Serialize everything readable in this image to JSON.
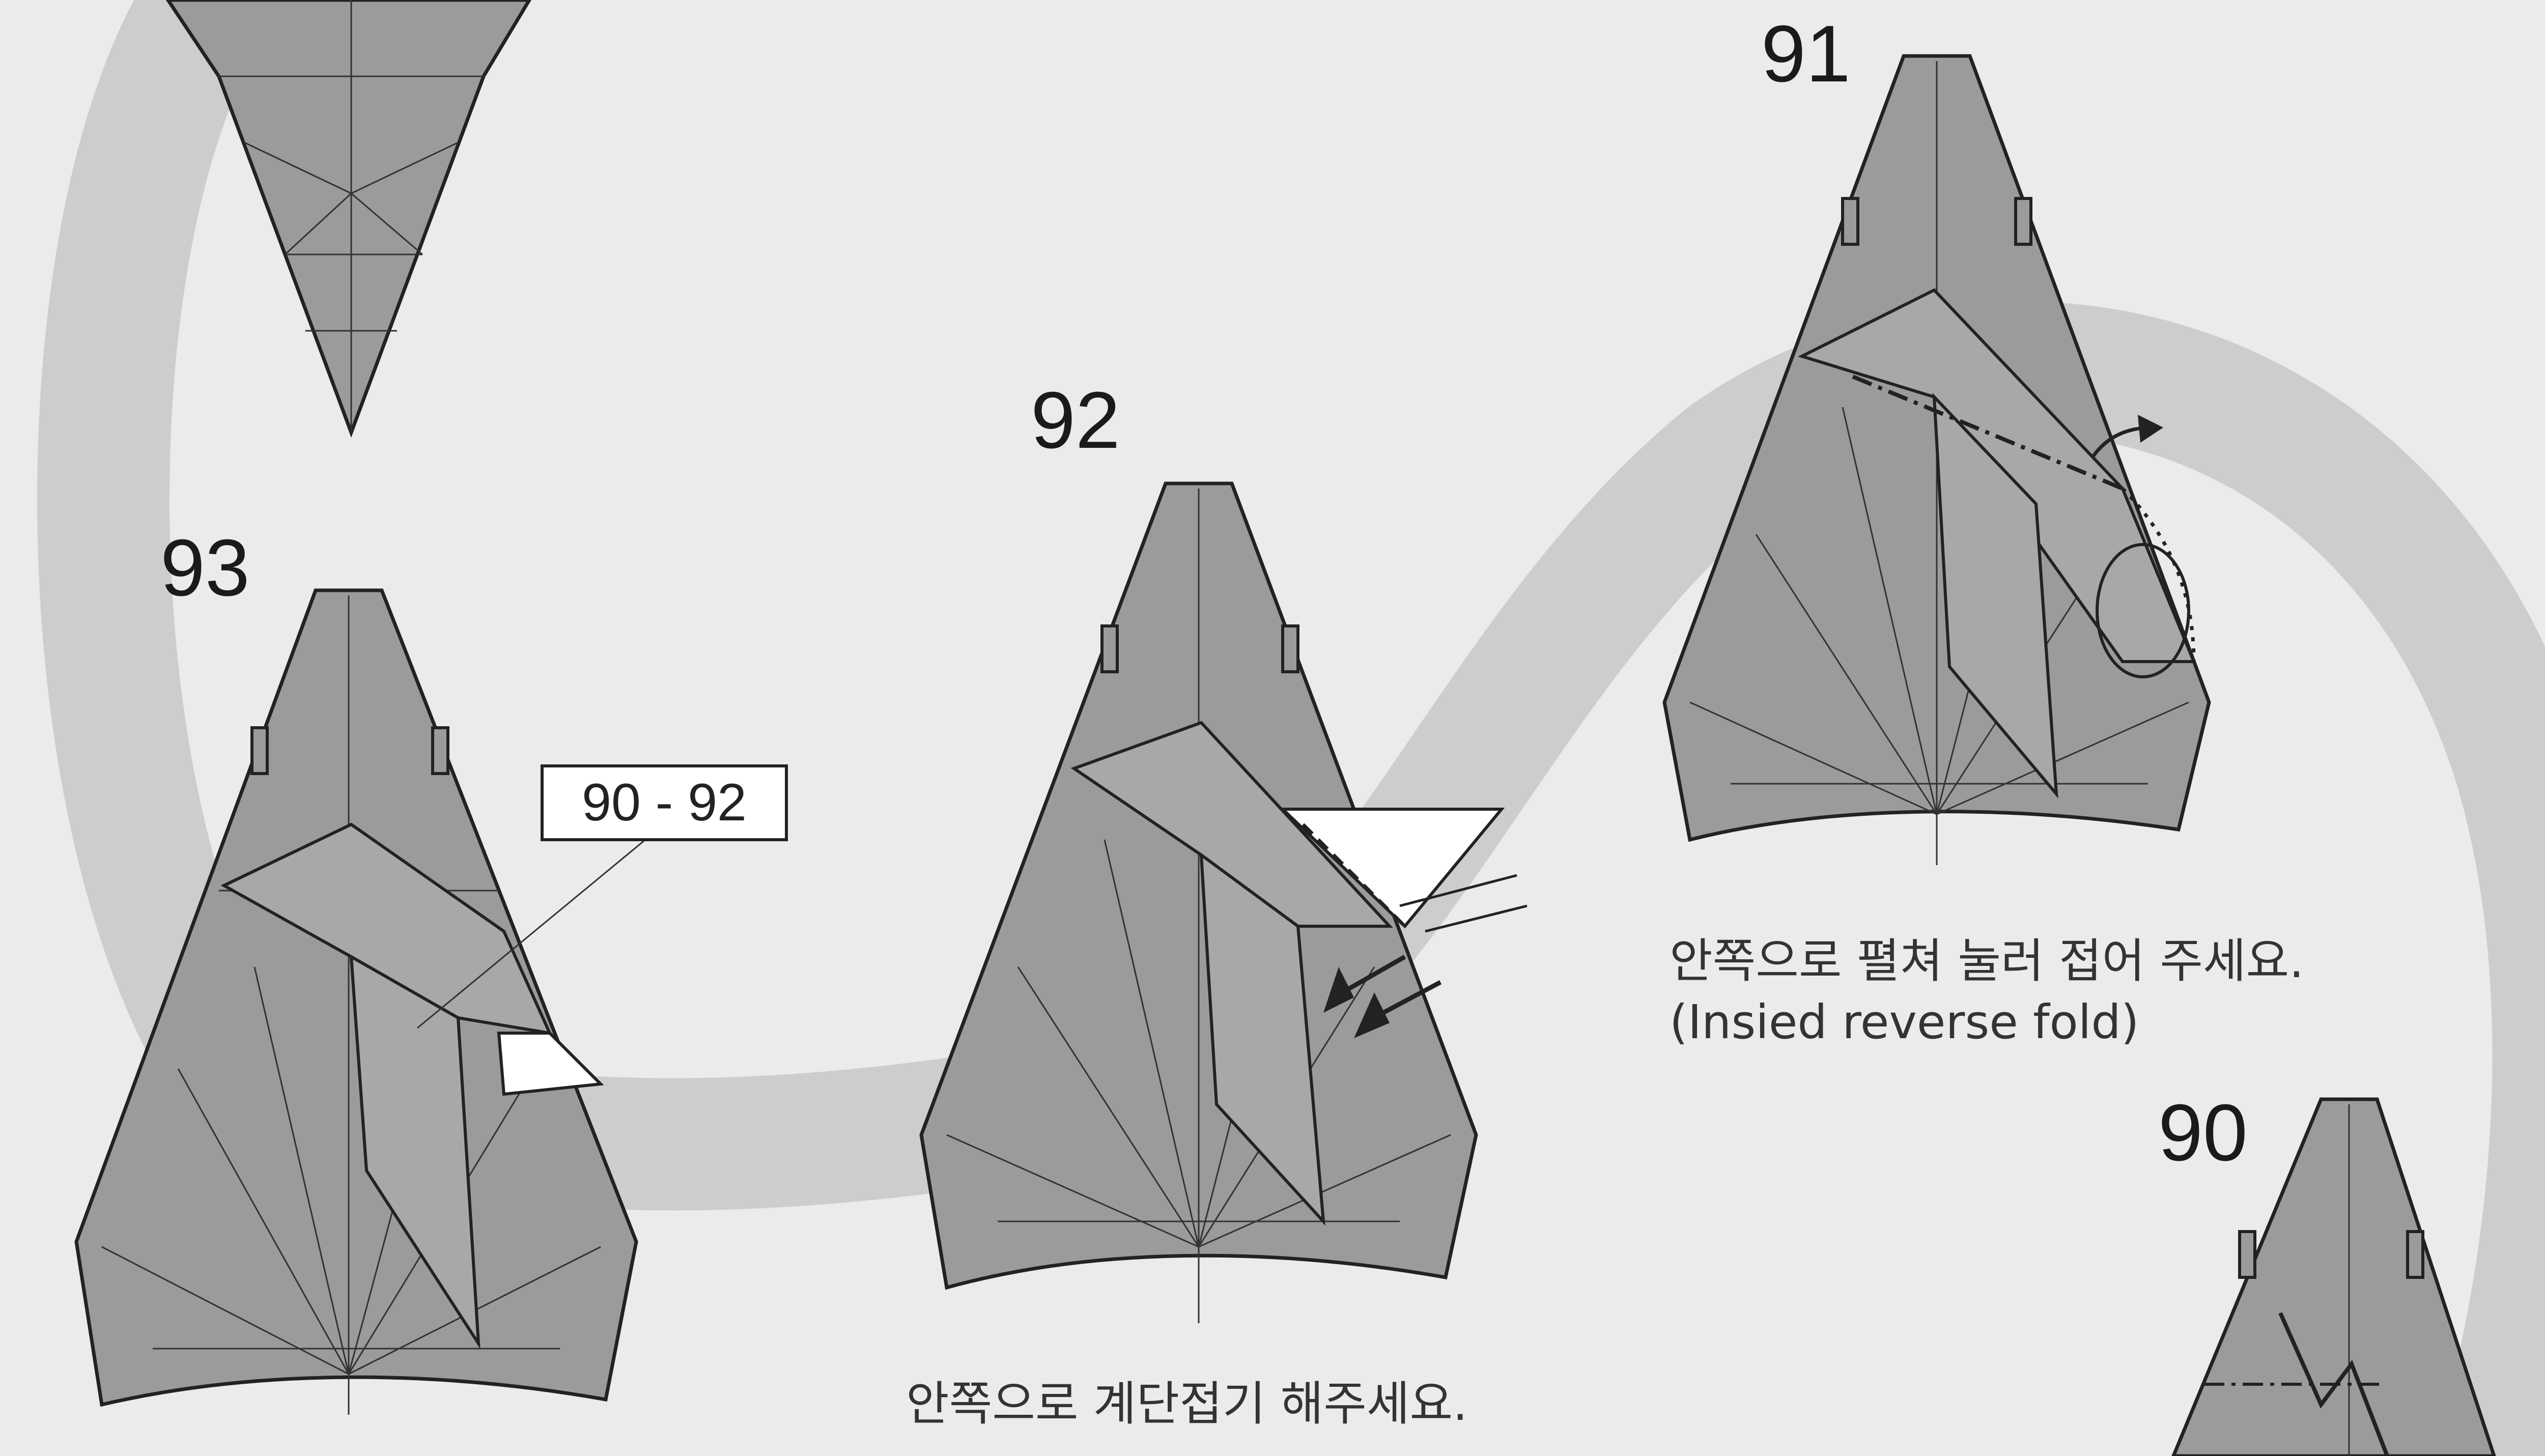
{
  "steps": [
    {
      "number": "93"
    },
    {
      "number": "92",
      "caption": "안쪽으로 계단접기 해주세요."
    },
    {
      "number": "91",
      "caption": "안쪽으로 펼쳐 눌러 접어 주세요.",
      "caption_en": "(Insied reverse fold)"
    },
    {
      "number": "90"
    }
  ],
  "repeat_note": {
    "label": "90 - 92"
  },
  "colors": {
    "page_background": "#ebebeb",
    "paper_fill": "#9b9b9b",
    "guide_band": "#cdcdcd",
    "line": "#222222"
  }
}
